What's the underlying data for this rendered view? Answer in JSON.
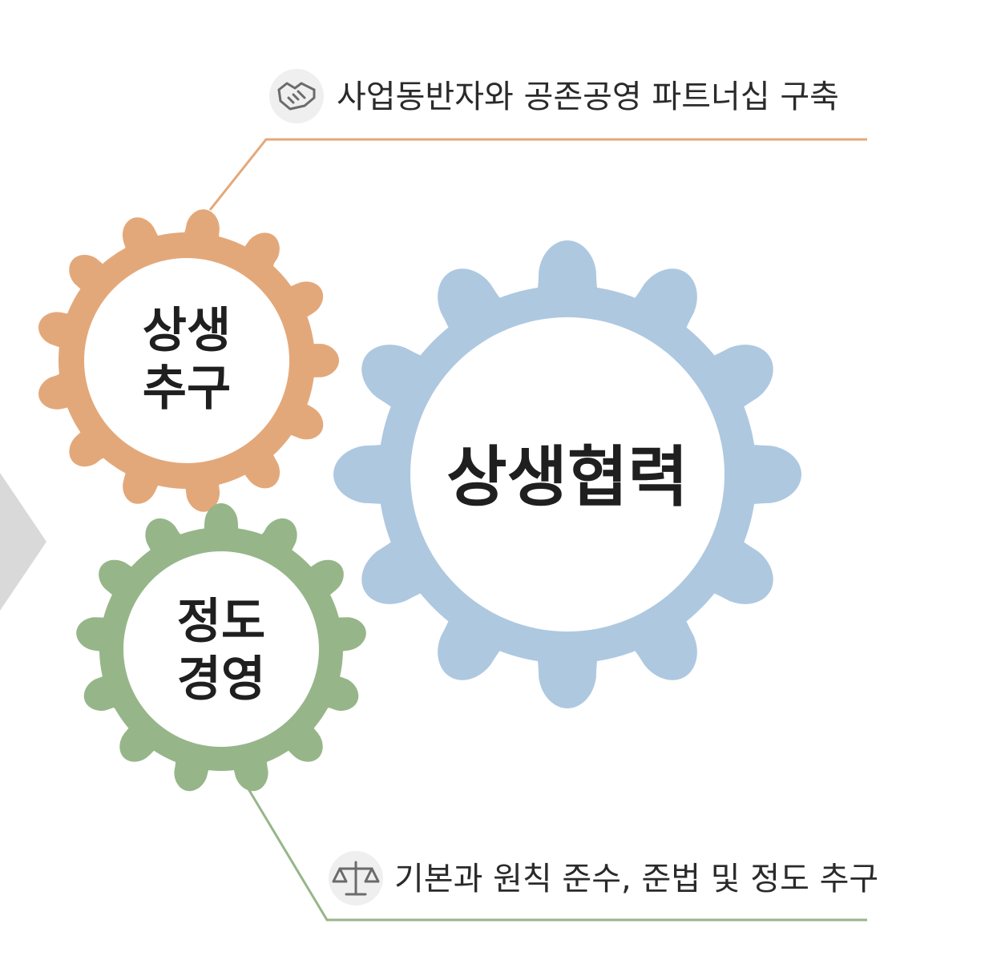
{
  "diagram": {
    "center_label": "상생협력",
    "gears": {
      "top": {
        "line1": "상생",
        "line2": "추구"
      },
      "bottom": {
        "line1": "정도",
        "line2": "경영"
      }
    },
    "callouts": {
      "top": {
        "text": "사업동반자와 공존공영 파트너십 구축",
        "icon": "handshake-icon"
      },
      "bottom": {
        "text": "기본과 원칙 준수, 준법 및 정도 추구",
        "icon": "scales-icon"
      }
    },
    "colors": {
      "center_gear": "#aec8e0",
      "top_gear": "#e3a87a",
      "bottom_gear": "#96b689",
      "top_line": "#e3a87a",
      "bottom_line": "#96b689",
      "arrow": "#d9d9d9",
      "icon_circle": "#efefef"
    }
  }
}
